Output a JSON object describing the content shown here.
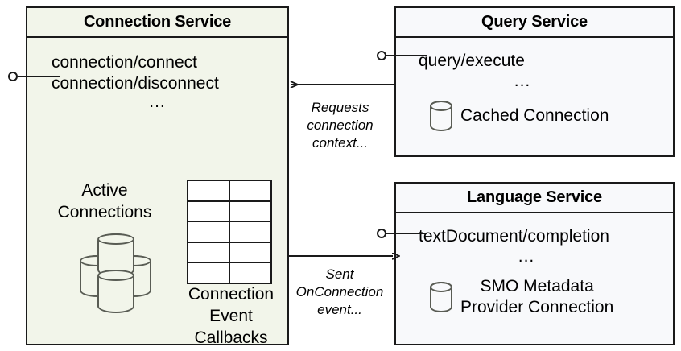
{
  "diagram": {
    "type": "uml-component-diagram",
    "colors": {
      "connection_service_fill": "#f2f5ea",
      "service_fill": "#f8f9fb",
      "stroke": "#1a1a1a",
      "cylinder_stroke": "#595c54",
      "background": "#ffffff"
    }
  },
  "connection_service": {
    "title": "Connection Service",
    "operations": "connection/connect\nconnection/disconnect",
    "operations_list": [
      "connection/connect",
      "connection/disconnect"
    ],
    "ellipsis": "...",
    "active_connections_label": "Active\nConnections",
    "callbacks_label": "Connection\nEvent\nCallbacks",
    "cylinder_count": 4,
    "grid_rows": 5,
    "grid_cols": 2,
    "interface_icon": "lollipop-icon"
  },
  "query_service": {
    "title": "Query Service",
    "operations": "query/execute",
    "operations_list": [
      "query/execute"
    ],
    "ellipsis": "...",
    "database_label": "Cached Connection",
    "database_icon": "database-cylinder-icon",
    "interface_icon": "lollipop-icon"
  },
  "language_service": {
    "title": "Language Service",
    "operations": "textDocument/completion",
    "operations_list": [
      "textDocument/completion"
    ],
    "ellipsis": "...",
    "database_label": "SMO Metadata\nProvider Connection",
    "database_icon": "database-cylinder-icon",
    "interface_icon": "lollipop-icon"
  },
  "connectors": [
    {
      "id": "query-to-connection",
      "from": "query_service",
      "to": "connection_service",
      "label": "Requests\nconnection\ncontext...",
      "direction": "right-to-left",
      "arrowhead": "open"
    },
    {
      "id": "connection-to-language",
      "from": "connection_service",
      "to": "language_service",
      "label": "Sent\nOnConnection\nevent...",
      "direction": "left-to-right",
      "arrowhead": "open"
    }
  ]
}
